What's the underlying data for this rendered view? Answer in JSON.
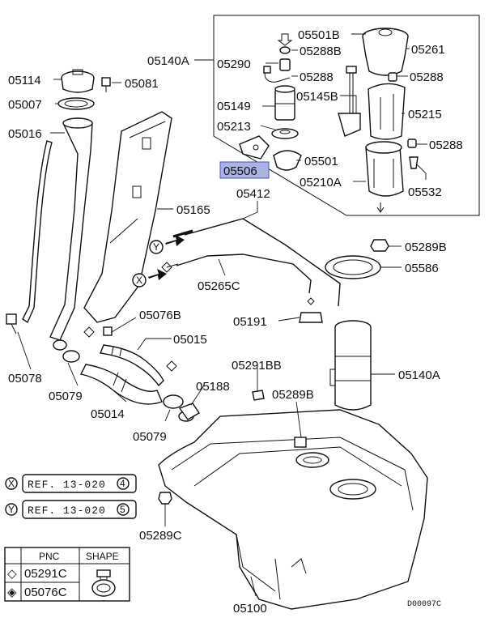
{
  "diagram": {
    "callouts": {
      "c05501B": "05501B",
      "c05261": "05261",
      "c05140A_top": "05140A",
      "c05290": "05290",
      "c05288B": "05288B",
      "c05288_a": "05288",
      "c05288_b": "05288",
      "c05288_c": "05288",
      "c05114": "05114",
      "c05081": "05081",
      "c05007": "05007",
      "c05016": "05016",
      "c05149": "05149",
      "c05145B": "05145B",
      "c05215": "05215",
      "c05213": "05213",
      "c05501": "05501",
      "c05506": "05506",
      "c05210A": "05210A",
      "c05532": "05532",
      "c05412": "05412",
      "c05165": "05165",
      "c05289B_top": "05289B",
      "c05586": "05586",
      "c05265C": "05265C",
      "c05191": "05191",
      "c05076B": "05076B",
      "c05015": "05015",
      "c05078": "05078",
      "c05079_a": "05079",
      "c05291BB": "05291BB",
      "c05140A_mid": "05140A",
      "c05014": "05014",
      "c05188": "05188",
      "c05289B_mid": "05289B",
      "c05079_b": "05079",
      "c05289C": "05289C",
      "c05100": "05100"
    },
    "connectors": {
      "x": "X",
      "y": "Y"
    },
    "references": [
      {
        "marker": "X",
        "text": "REF. 13-020",
        "num": "4"
      },
      {
        "marker": "Y",
        "text": "REF. 13-020",
        "num": "5"
      }
    ],
    "legend": {
      "header_pnc": "PNC",
      "header_shape": "SHAPE",
      "rows": [
        {
          "symbol": "◇",
          "pnc": "05291C"
        },
        {
          "symbol": "◈",
          "pnc": "05076C"
        }
      ]
    },
    "diagram_code": "D00097C",
    "highlighted_part": "05506",
    "highlight_color": "#aab2e6"
  }
}
